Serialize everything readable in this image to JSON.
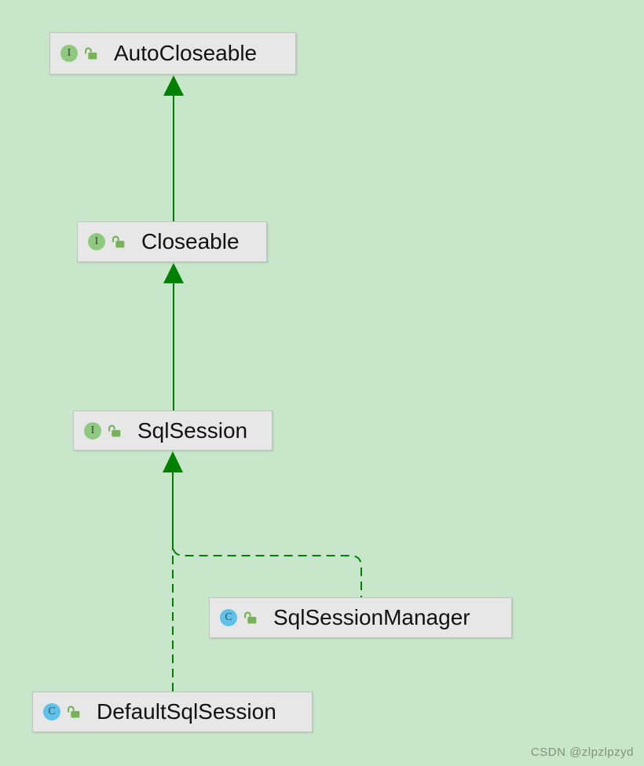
{
  "diagram": {
    "background_color": "#c8e6c9",
    "edge_color": "#008000",
    "node_fill": "#e7e7e7",
    "nodes": [
      {
        "id": "AutoCloseable",
        "label": "AutoCloseable",
        "kind": "interface"
      },
      {
        "id": "Closeable",
        "label": "Closeable",
        "kind": "interface"
      },
      {
        "id": "SqlSession",
        "label": "SqlSession",
        "kind": "interface"
      },
      {
        "id": "SqlSessionManager",
        "label": "SqlSessionManager",
        "kind": "class"
      },
      {
        "id": "DefaultSqlSession",
        "label": "DefaultSqlSession",
        "kind": "class"
      }
    ],
    "edges": [
      {
        "from": "Closeable",
        "to": "AutoCloseable",
        "relation": "extends",
        "line": "solid"
      },
      {
        "from": "SqlSession",
        "to": "Closeable",
        "relation": "extends",
        "line": "solid"
      },
      {
        "from": "DefaultSqlSession",
        "to": "SqlSession",
        "relation": "implements",
        "line": "dashed"
      },
      {
        "from": "SqlSessionManager",
        "to": "SqlSession",
        "relation": "implements",
        "line": "dashed"
      }
    ],
    "icon_letters": {
      "interface": "I",
      "class": "C"
    },
    "icon_colors": {
      "interface_circle": "#8fc97f",
      "class_circle": "#5fc0e8",
      "lock": "#77b259"
    }
  },
  "watermark": {
    "text": "CSDN @zlpzlpzyd"
  }
}
